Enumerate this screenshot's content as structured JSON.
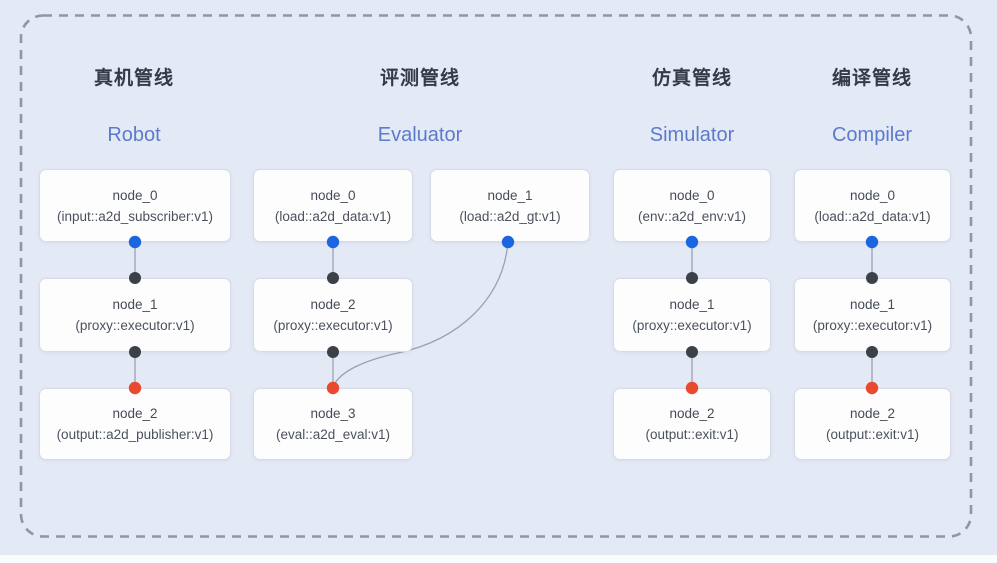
{
  "canvas": {
    "background_color": "#e4e9f6",
    "dashed_border_color": "#8f96a4"
  },
  "colors": {
    "edge": "#99a2b2",
    "source_port": "#1b66e0",
    "executor_port": "#3c4147",
    "sink_port": "#e8492f",
    "subtitle_blue": "#5b7bcb",
    "title_dark": "#343a47"
  },
  "pipelines": [
    {
      "title": "真机管线",
      "subtitle": "Robot",
      "nodes": [
        {
          "name": "node_0",
          "type": "(input::a2d_subscriber:v1)"
        },
        {
          "name": "node_1",
          "type": "(proxy::executor:v1)"
        },
        {
          "name": "node_2",
          "type": "(output::a2d_publisher:v1)"
        }
      ]
    },
    {
      "title": "评测管线",
      "subtitle": "Evaluator",
      "nodes": [
        {
          "name": "node_0",
          "type": "(load::a2d_data:v1)"
        },
        {
          "name": "node_1",
          "type": "(load::a2d_gt:v1)"
        },
        {
          "name": "node_2",
          "type": "(proxy::executor:v1)"
        },
        {
          "name": "node_3",
          "type": "(eval::a2d_eval:v1)"
        }
      ]
    },
    {
      "title": "仿真管线",
      "subtitle": "Simulator",
      "nodes": [
        {
          "name": "node_0",
          "type": "(env::a2d_env:v1)"
        },
        {
          "name": "node_1",
          "type": "(proxy::executor:v1)"
        },
        {
          "name": "node_2",
          "type": "(output::exit:v1)"
        }
      ]
    },
    {
      "title": "编译管线",
      "subtitle": "Compiler",
      "nodes": [
        {
          "name": "node_0",
          "type": "(load::a2d_data:v1)"
        },
        {
          "name": "node_1",
          "type": "(proxy::executor:v1)"
        },
        {
          "name": "node_2",
          "type": "(output::exit:v1)"
        }
      ]
    }
  ]
}
